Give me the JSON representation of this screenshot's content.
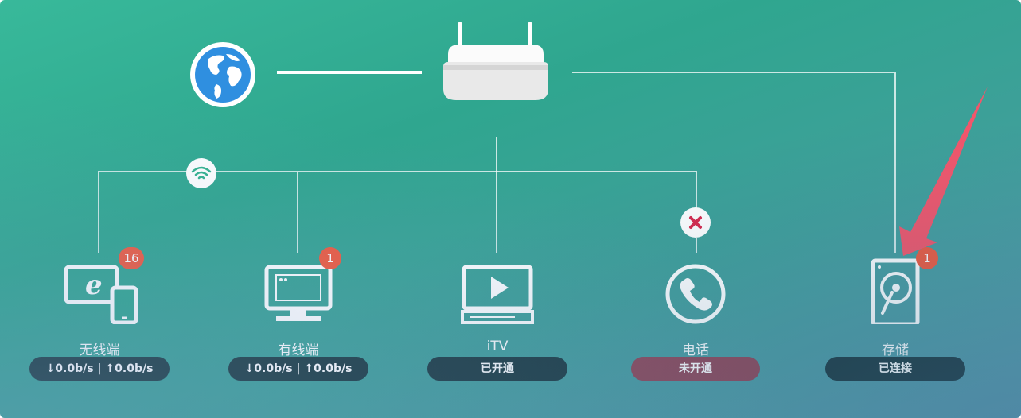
{
  "devices": [
    {
      "label": "无线端",
      "status": "↓0.0b/s | ↑0.0b/s",
      "badge": "16"
    },
    {
      "label": "有线端",
      "status": "↓0.0b/s | ↑0.0b/s",
      "badge": "1"
    },
    {
      "label": "iTV",
      "status": "已开通"
    },
    {
      "label": "电话",
      "status": "未开通",
      "state": "disabled"
    },
    {
      "label": "存储",
      "status": "已连接",
      "badge": "1"
    }
  ],
  "colors": {
    "badge": "#ef5a3f",
    "status_pill": "#1c323a",
    "status_pill_off": "#8f4758",
    "annotation_arrow": "#f2566b"
  },
  "icons": {
    "internet": "globe-icon",
    "router": "router-icon",
    "wifi": "wifi-icon",
    "disabled": "x-icon"
  }
}
